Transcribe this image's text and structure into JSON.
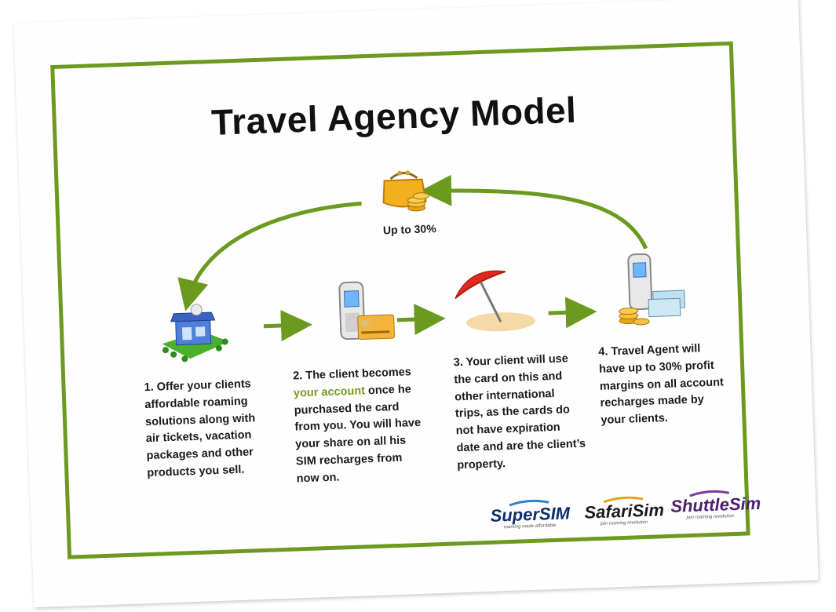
{
  "title": "Travel Agency Model",
  "profit_label": "Up to 30%",
  "steps": [
    {
      "text": "1. Offer your clients affordable roaming solutions along with air tickets, vacation packages and other products you sell.",
      "icon": "shop-icon"
    },
    {
      "before": "2. The client becomes ",
      "highlight": "your account",
      "after": " once he purchased the card from you. You will have your share on all his SIM recharges from now on.",
      "icon": "phone-card-icon"
    },
    {
      "text": "3. Your client will use the card on this and other international trips, as the cards do not have expiration date and are the client’s property.",
      "icon": "beach-umbrella-icon"
    },
    {
      "text": "4. Travel Agent will have up to 30% profit margins on all account recharges made by your clients.",
      "icon": "phone-money-icon"
    }
  ],
  "logos": [
    {
      "name": "SuperSIM",
      "tagline": "roaming made affordable",
      "color": "#0d2f6b",
      "swoosh": "#2f7fd0"
    },
    {
      "name": "SafariSim",
      "tagline": "join roaming revolution",
      "color": "#1a1a1a",
      "swoosh": "#e8a317"
    },
    {
      "name": "ShuttleSim",
      "tagline": "join roaming revolution",
      "color": "#4b1f6b",
      "swoosh": "#7a3aa0"
    }
  ],
  "colors": {
    "frame": "#6b9a1f",
    "arrow": "#6b9a1f",
    "accent": "#7a9a1d"
  }
}
